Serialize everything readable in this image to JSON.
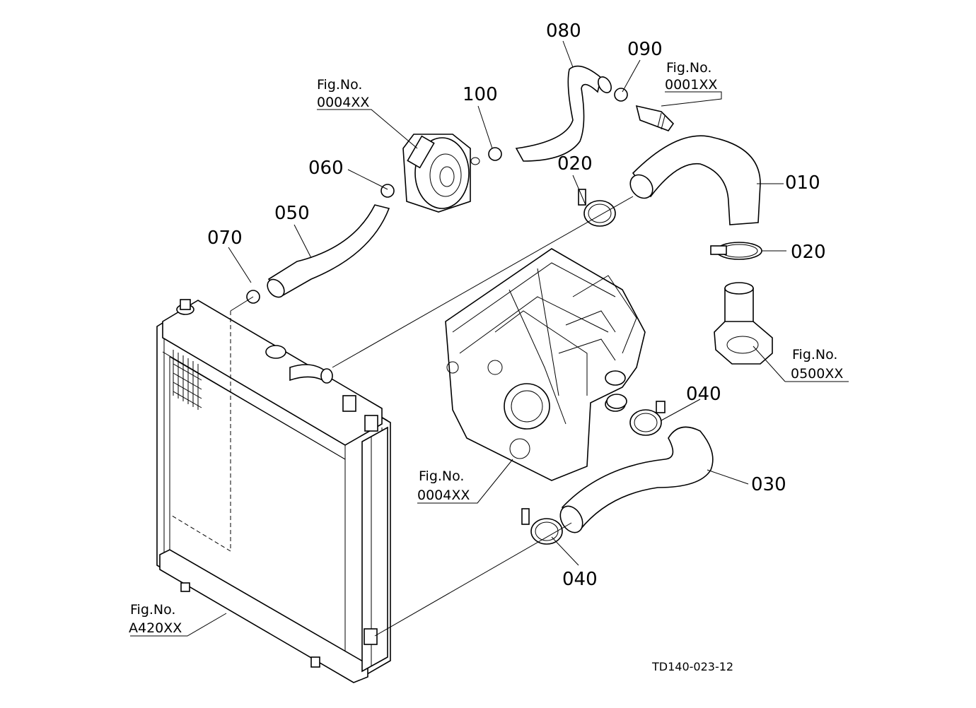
{
  "callouts": {
    "p010": "010",
    "p020a": "020",
    "p020b": "020",
    "p030": "030",
    "p040a": "040",
    "p040b": "040",
    "p050": "050",
    "p060": "060",
    "p070": "070",
    "p080": "080",
    "p090": "090",
    "p100": "100"
  },
  "figure_refs": {
    "oil_cooler": {
      "label": "Fig.No.",
      "code": "0004XX"
    },
    "sensor": {
      "label": "Fig.No.",
      "code": "0001XX"
    },
    "thermostat": {
      "label": "Fig.No.",
      "code": "0500XX"
    },
    "gear_case": {
      "label": "Fig.No.",
      "code": "0004XX"
    },
    "radiator": {
      "label": "Fig.No.",
      "code": "A420XX"
    }
  },
  "drawing_code": "TD140-023-12"
}
